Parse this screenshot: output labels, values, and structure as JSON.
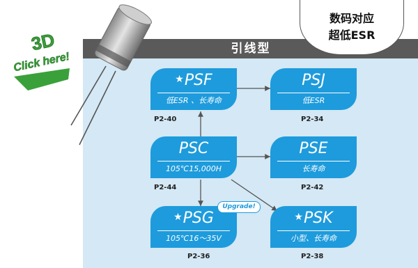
{
  "header": {
    "title": "引线型"
  },
  "bubble": {
    "line1": "数码对应",
    "line2": "超低ESR"
  },
  "link": {
    "line1": "3D",
    "line2": "Click here!"
  },
  "nodes": {
    "psf": {
      "name": "PSF",
      "star": "★",
      "sub": "低ESR 、长寿命",
      "page": "P2-40"
    },
    "psj": {
      "name": "PSJ",
      "sub": "低ESR",
      "page": "P2-34"
    },
    "psc": {
      "name": "PSC",
      "sub": "105℃15,000H",
      "page": "P2-44"
    },
    "pse": {
      "name": "PSE",
      "sub": "长寿命",
      "page": "P2-42"
    },
    "psg": {
      "name": "PSG",
      "star": "★",
      "sub": "105℃16～35V",
      "page": "P2-36"
    },
    "psk": {
      "name": "PSK",
      "star": "★",
      "sub": "小型、长寿命",
      "page": "P2-38"
    }
  },
  "badge": {
    "label": "Upgrade!"
  },
  "colors": {
    "node": "#1e9bdc",
    "panel": "#d4e8f5",
    "strip": "#5a5a5a",
    "link_green": "#3aa13a"
  }
}
